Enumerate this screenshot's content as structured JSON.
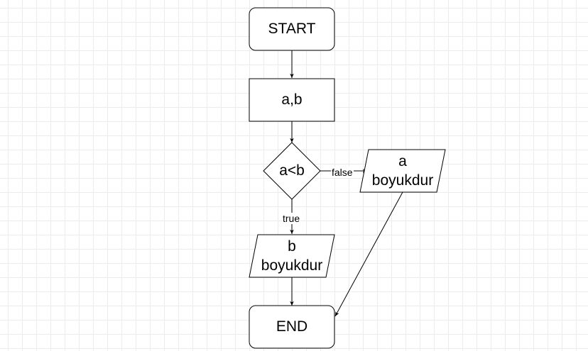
{
  "diagram": {
    "nodes": {
      "start": {
        "label": "START"
      },
      "input": {
        "label": "a,b"
      },
      "decision": {
        "label": "a<b"
      },
      "output_a": {
        "label": "a\nboyukdur"
      },
      "output_b": {
        "label": "b\nboyukdur"
      },
      "end": {
        "label": "END"
      }
    },
    "edges": {
      "false_label": "false",
      "true_label": "true"
    }
  }
}
